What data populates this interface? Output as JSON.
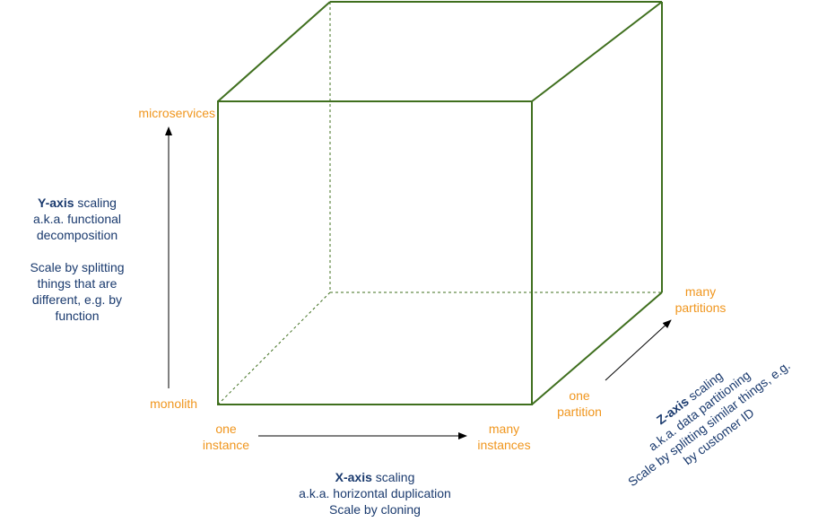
{
  "colors": {
    "cube": "#3f6f1e",
    "label": "#f0961e",
    "text": "#1a3a6e",
    "arrow": "#000000"
  },
  "y_axis": {
    "low": "monolith",
    "high": "microservices",
    "title_bold": "Y-axis",
    "title_rest": " scaling",
    "subtitle_1": "a.k.a. functional",
    "subtitle_2": "decomposition",
    "desc_1": "Scale by splitting",
    "desc_2": "things that are",
    "desc_3": "different, e.g. by",
    "desc_4": "function"
  },
  "x_axis": {
    "low_1": "one",
    "low_2": "instance",
    "high_1": "many",
    "high_2": "instances",
    "title_bold": "X-axis",
    "title_rest": " scaling",
    "subtitle": "a.k.a. horizontal duplication",
    "desc": "Scale by cloning"
  },
  "z_axis": {
    "low_1": "one",
    "low_2": "partition",
    "high_1": "many",
    "high_2": "partitions",
    "title_bold": "Z-axis",
    "title_rest": " scaling",
    "subtitle": "a.k.a. data partitioning",
    "desc_1": "Scale by splitting similar things, e.g.",
    "desc_2": "by customer ID"
  }
}
